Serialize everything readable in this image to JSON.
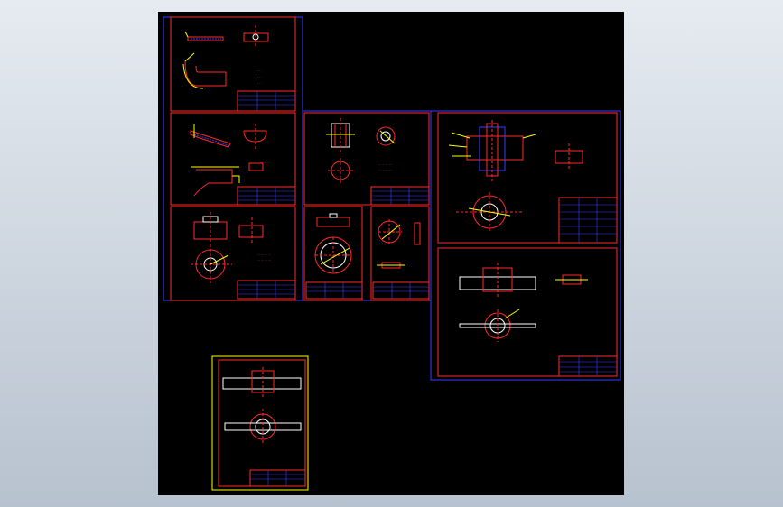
{
  "viewer": {
    "background": "gradient-grey-blue",
    "canvas_background": "#000000"
  },
  "drawing": {
    "colors": {
      "frame_outer": "#3b3bff",
      "frame_inner": "#ff2a2a",
      "geometry": "#ffffff",
      "dimension": "#ffff00",
      "centerline": "#ff2a2a",
      "annotation": "#ff2a2a",
      "sheet_frame": "#ffff00"
    },
    "sheets": [
      {
        "id": "sheet-1",
        "kind": "bent-part"
      },
      {
        "id": "sheet-2",
        "kind": "bent-part-detail"
      },
      {
        "id": "sheet-3",
        "kind": "bushing"
      },
      {
        "id": "sheet-4",
        "kind": "assembly"
      },
      {
        "id": "sheet-5",
        "kind": "flange"
      },
      {
        "id": "sheet-6",
        "kind": "ring"
      },
      {
        "id": "sheet-7",
        "kind": "disk"
      },
      {
        "id": "sheet-8",
        "kind": "assembly-2"
      },
      {
        "id": "sheet-9",
        "kind": "general-assembly"
      }
    ]
  }
}
